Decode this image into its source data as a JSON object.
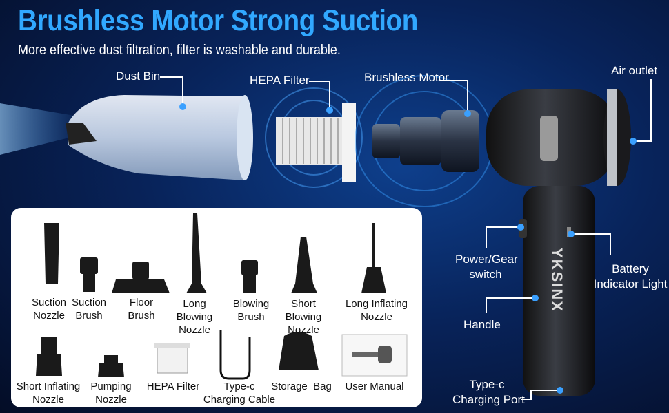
{
  "header": {
    "title": "Brushless Motor Strong Suction",
    "subtitle": "More effective dust filtration, filter is washable and durable."
  },
  "callouts": {
    "dust_bin": "Dust Bin",
    "hepa_filter": "HEPA Filter",
    "brushless_motor": "Brushless Motor",
    "air_outlet": "Air outlet",
    "power_gear_line1": "Power/Gear",
    "power_gear_line2": "switch",
    "battery_line1": "Battery",
    "battery_line2": "Indicator Light",
    "handle": "Handle",
    "typec_line1": "Type-c",
    "typec_line2": "Charging Port"
  },
  "brand": "YKSINX",
  "accessories": {
    "row1": [
      {
        "line1": "Suction",
        "line2": "Nozzle"
      },
      {
        "line1": "Suction",
        "line2": "Brush"
      },
      {
        "line1": "Floor",
        "line2": "Brush"
      },
      {
        "line1": "Long Blowing",
        "line2": "Nozzle"
      },
      {
        "line1": "Blowing",
        "line2": "Brush"
      },
      {
        "line1": "Short Blowing",
        "line2": "Nozzle"
      },
      {
        "line1": "Long Inflating",
        "line2": "Nozzle"
      }
    ],
    "row2": [
      {
        "line1": "Short Inflating",
        "line2": "Nozzle"
      },
      {
        "line1": "Pumping",
        "line2": "Nozzle"
      },
      {
        "line1": "HEPA Filter",
        "line2": ""
      },
      {
        "line1": "Type-c",
        "line2": "Charging Cable"
      },
      {
        "line1": "Storage  Bag",
        "line2": ""
      },
      {
        "line1": "User Manual",
        "line2": ""
      }
    ]
  },
  "colors": {
    "title": "#31a8ff",
    "accent_dot": "#3aa0ff",
    "background": "#08235a",
    "panel": "#ffffff"
  }
}
